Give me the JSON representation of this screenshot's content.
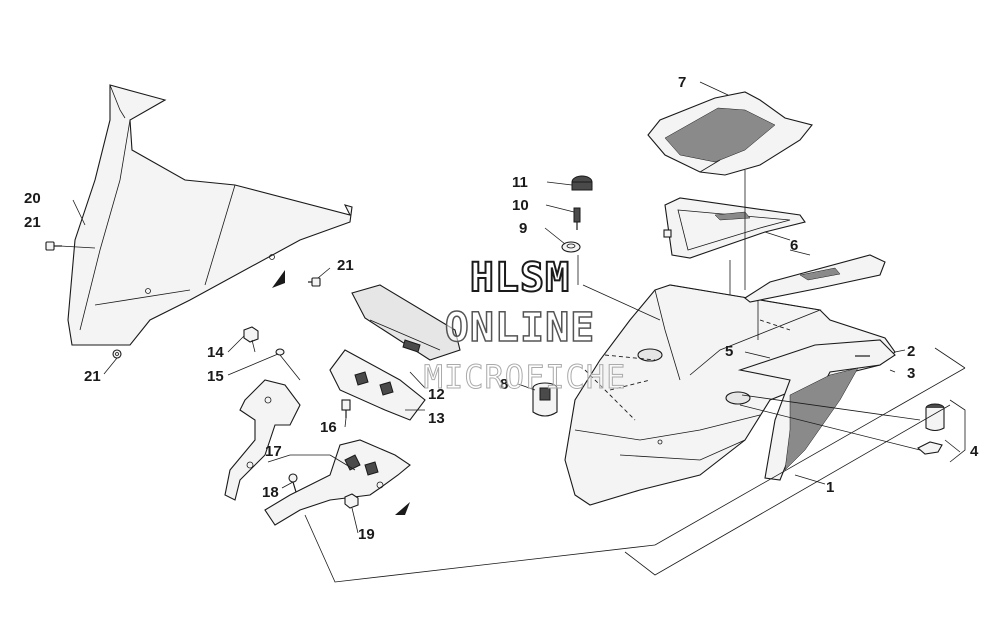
{
  "watermark": {
    "line1": "HLSM",
    "line2": "ONLINE",
    "line3": "MICROFICHE"
  },
  "callouts": [
    {
      "id": "c1",
      "label": "1"
    },
    {
      "id": "c2",
      "label": "2"
    },
    {
      "id": "c3",
      "label": "3"
    },
    {
      "id": "c4",
      "label": "4"
    },
    {
      "id": "c5",
      "label": "5"
    },
    {
      "id": "c6",
      "label": "6"
    },
    {
      "id": "c7",
      "label": "7"
    },
    {
      "id": "c8",
      "label": "8"
    },
    {
      "id": "c9",
      "label": "9"
    },
    {
      "id": "c10",
      "label": "10"
    },
    {
      "id": "c11",
      "label": "11"
    },
    {
      "id": "c12",
      "label": "12"
    },
    {
      "id": "c13",
      "label": "13"
    },
    {
      "id": "c14",
      "label": "14"
    },
    {
      "id": "c15",
      "label": "15"
    },
    {
      "id": "c16",
      "label": "16"
    },
    {
      "id": "c17",
      "label": "17"
    },
    {
      "id": "c18",
      "label": "18"
    },
    {
      "id": "c19",
      "label": "19"
    },
    {
      "id": "c20",
      "label": "20"
    },
    {
      "id": "c21a",
      "label": "21"
    },
    {
      "id": "c21b",
      "label": "21"
    },
    {
      "id": "c21c",
      "label": "21"
    }
  ],
  "colors": {
    "line": "#1a1a1a",
    "part_fill": "#f4f4f4",
    "mesh_fill": "#8a8a8a",
    "background": "#ffffff"
  }
}
